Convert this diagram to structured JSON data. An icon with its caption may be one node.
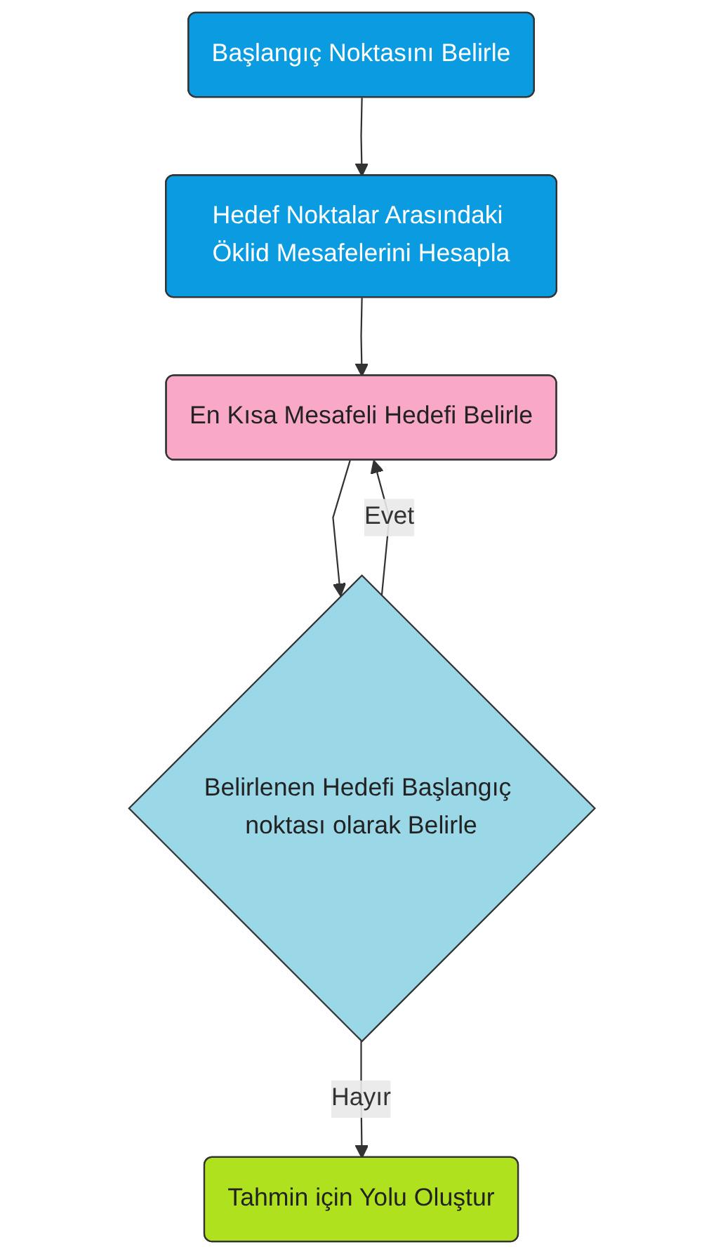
{
  "diagram": {
    "nodes": [
      {
        "text": [
          "Başlangıç Noktasını Belirle"
        ]
      },
      {
        "text": [
          "Hedef Noktalar Arasındaki Öklid Mesafelerini Hesapla"
        ]
      },
      {
        "text": [
          "En Kısa Mesafeli Hedefi Belirle"
        ]
      },
      {
        "text": [
          "Belirlenen Hedefi Başlangıç noktası olarak Belirle"
        ]
      },
      {
        "text": [
          "Tahmin için Yolu Oluştur"
        ]
      }
    ],
    "edges": [
      {
        "from": 0,
        "to": 1,
        "arrow": "to"
      },
      {
        "from": 1,
        "to": 2,
        "arrow": "to"
      },
      {
        "from": 2,
        "to": 3,
        "arrow": "to"
      },
      {
        "from": 3,
        "to": 2,
        "arrow": "to",
        "label": "Evet"
      },
      {
        "from": 3,
        "to": 4,
        "arrow": "to",
        "label": "Hayır"
      }
    ]
  }
}
